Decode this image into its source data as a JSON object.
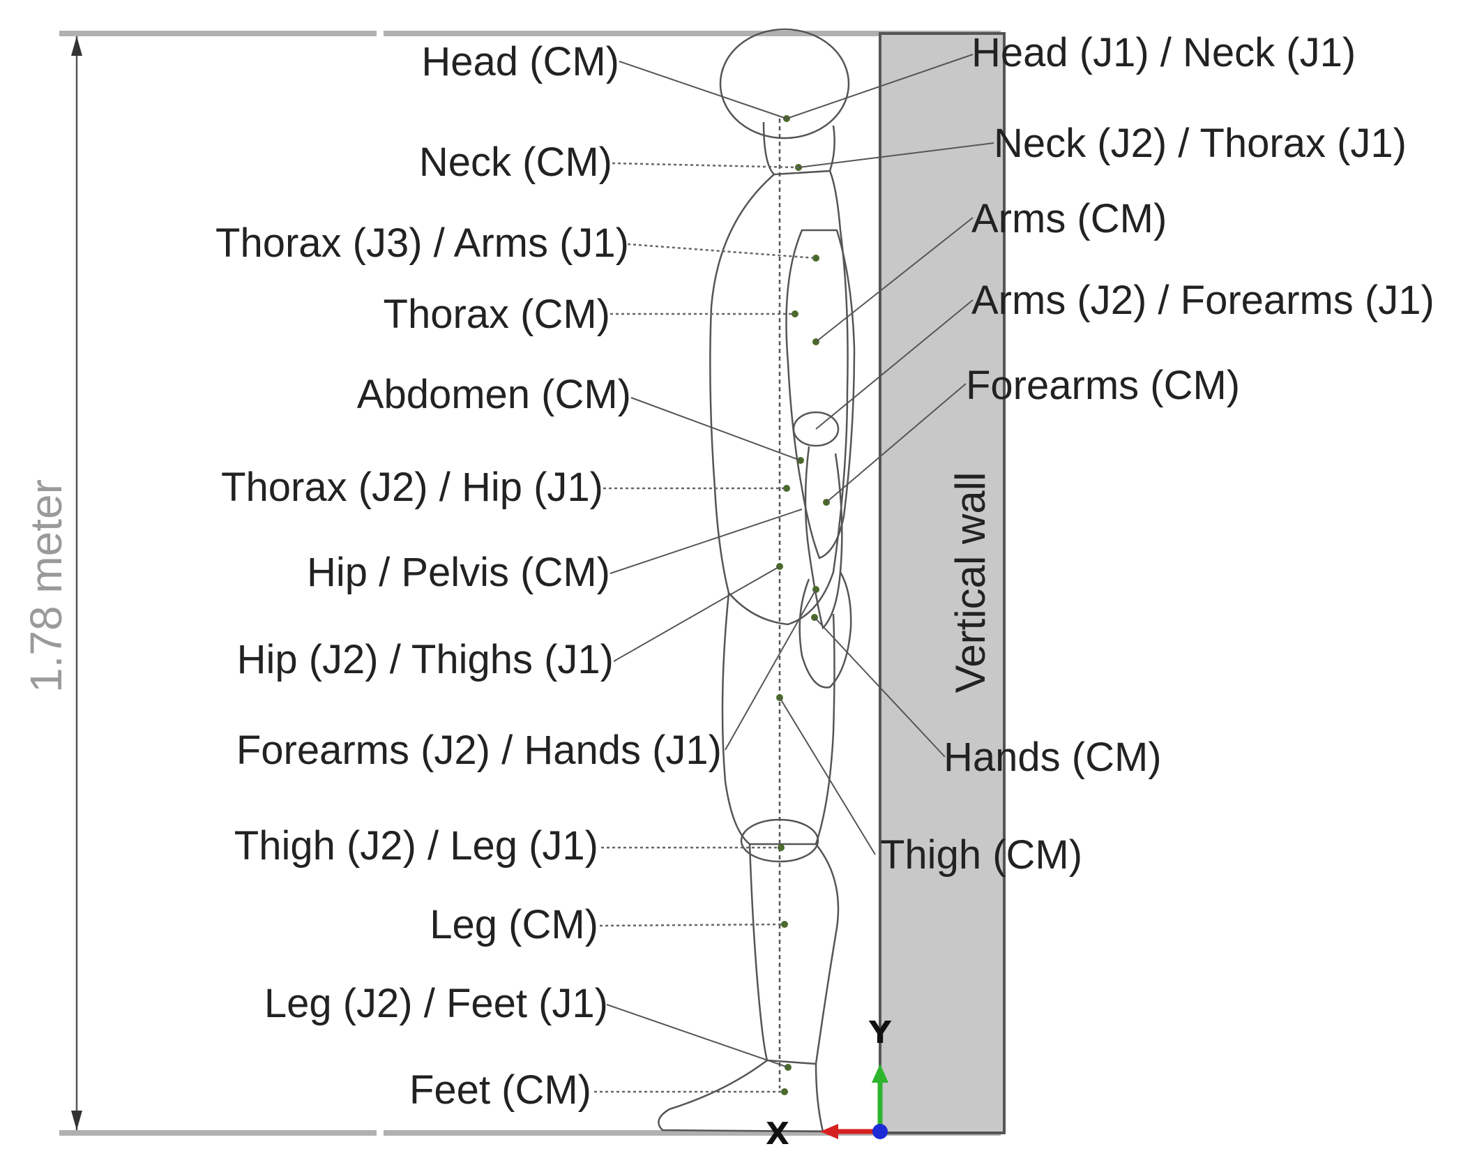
{
  "height_label": "1.78 meter",
  "wall_label": "Vertical wall",
  "axes": {
    "y": "Y",
    "x": "X"
  },
  "colors": {
    "wall": "#c8c8c8",
    "y_axis": "#2db52d",
    "x_axis": "#d62020",
    "origin": "#1c2bd6",
    "dimension": "#9a9a9a"
  },
  "left_labels": [
    "Head (CM)",
    "Neck (CM)",
    "Thorax (J3) / Arms (J1)",
    "Thorax (CM)",
    "Abdomen (CM)",
    "Thorax (J2) / Hip (J1)",
    "Hip / Pelvis (CM)",
    "Hip (J2) / Thighs (J1)",
    "Forearms (J2) / Hands (J1)",
    "Thigh (J2) / Leg (J1)",
    "Leg (CM)",
    "Leg (J2) / Feet (J1)",
    "Feet (CM)"
  ],
  "right_labels": [
    "Head (J1) / Neck (J1)",
    "Neck (J2) / Thorax (J1)",
    "Arms (CM)",
    "Arms (J2) / Forearms (J1)",
    "Forearms (CM)",
    "Hands (CM)",
    "Thigh (CM)"
  ]
}
